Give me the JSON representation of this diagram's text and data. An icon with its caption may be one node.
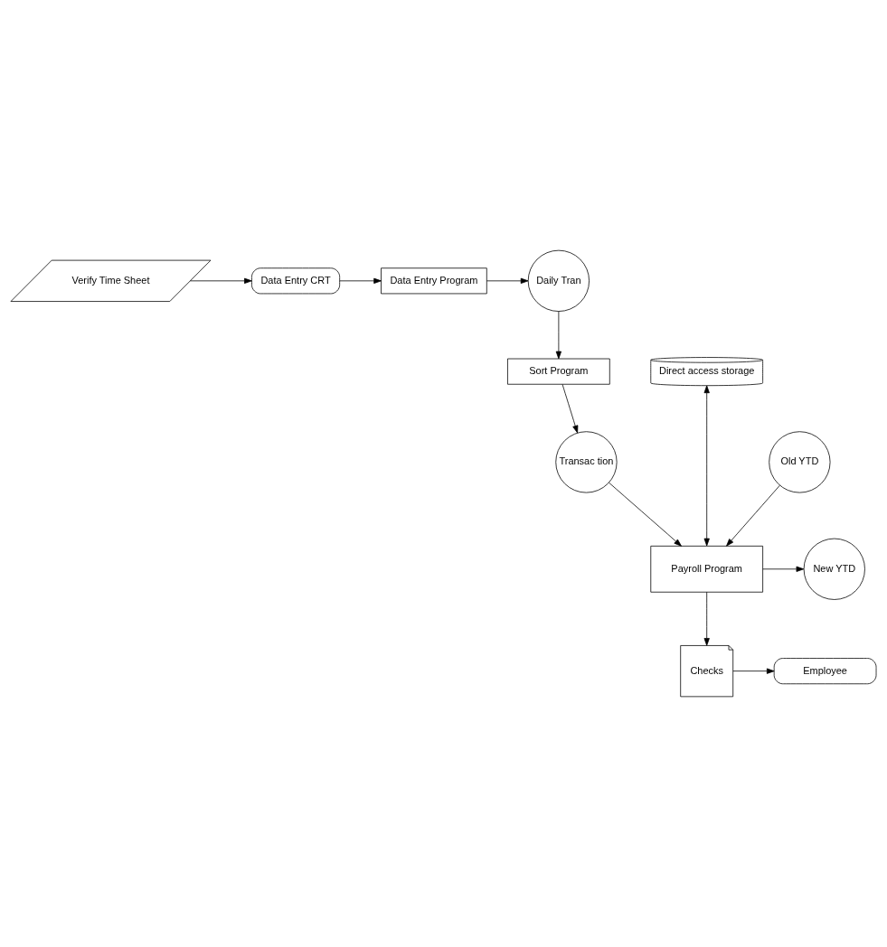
{
  "diagram": {
    "nodes": [
      {
        "text": [
          "Verify Time Sheet"
        ]
      },
      {
        "text": [
          "Data Entry CRT"
        ]
      },
      {
        "text": [
          "Data Entry Program"
        ]
      },
      {
        "text": [
          "Daily Tran"
        ]
      },
      {
        "text": [
          "Sort Program"
        ]
      },
      {
        "text": [
          "Direct access storage"
        ]
      },
      {
        "text": [
          "Transac tion"
        ]
      },
      {
        "text": [
          "Old YTD"
        ]
      },
      {
        "text": [
          "Payroll Program"
        ]
      },
      {
        "text": [
          "New YTD"
        ]
      },
      {
        "text": [
          "Checks"
        ]
      },
      {
        "text": [
          "Employee"
        ]
      }
    ],
    "edges": [
      {
        "from": 0,
        "to": 1,
        "arrow": "to"
      },
      {
        "from": 1,
        "to": 2,
        "arrow": "to"
      },
      {
        "from": 2,
        "to": 3,
        "arrow": "to"
      },
      {
        "from": 3,
        "to": 4,
        "arrow": "to"
      },
      {
        "from": 4,
        "to": 6,
        "arrow": "to"
      },
      {
        "from": 5,
        "to": 8,
        "arrow": "both"
      },
      {
        "from": 6,
        "to": 8,
        "arrow": "to"
      },
      {
        "from": 7,
        "to": 8,
        "arrow": "to"
      },
      {
        "from": 8,
        "to": 9,
        "arrow": "to"
      },
      {
        "from": 8,
        "to": 10,
        "arrow": "to"
      },
      {
        "from": 10,
        "to": 11,
        "arrow": "to"
      }
    ]
  }
}
